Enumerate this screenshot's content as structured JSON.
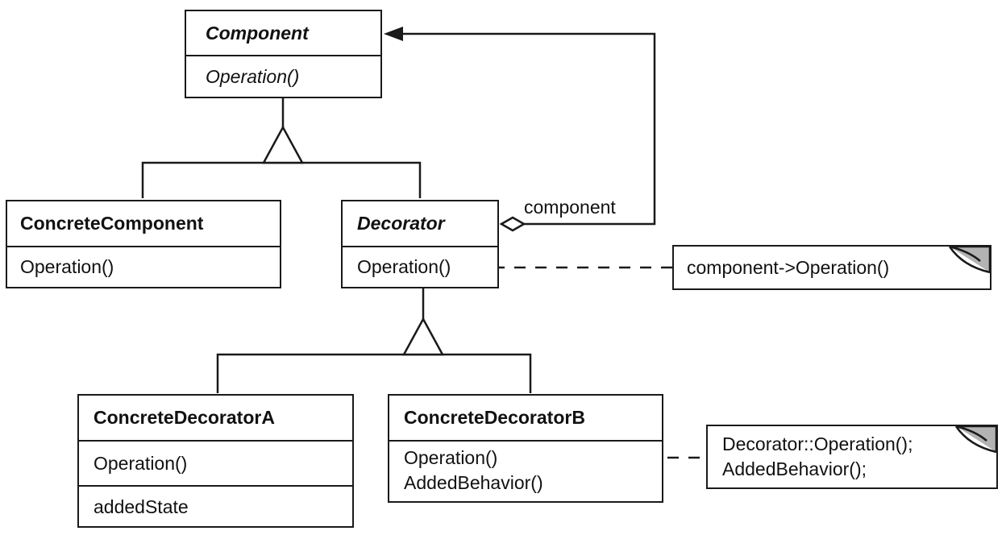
{
  "classes": {
    "component": {
      "name": "Component",
      "operation": "Operation()"
    },
    "concrete_component": {
      "name": "ConcreteComponent",
      "operation": "Operation()"
    },
    "decorator": {
      "name": "Decorator",
      "operation": "Operation()"
    },
    "concrete_decorator_a": {
      "name": "ConcreteDecoratorA",
      "operation": "Operation()",
      "attribute": "addedState"
    },
    "concrete_decorator_b": {
      "name": "ConcreteDecoratorB",
      "operation": "Operation()",
      "operation2": "AddedBehavior()"
    }
  },
  "association_label": "component",
  "notes": {
    "decorator_note": {
      "line1": "component->Operation()"
    },
    "decorator_b_note": {
      "line1": "Decorator::Operation();",
      "line2": "AddedBehavior();"
    }
  },
  "colors": {
    "line": "#1a1a1a",
    "note_fold": "#b3b3b3"
  }
}
